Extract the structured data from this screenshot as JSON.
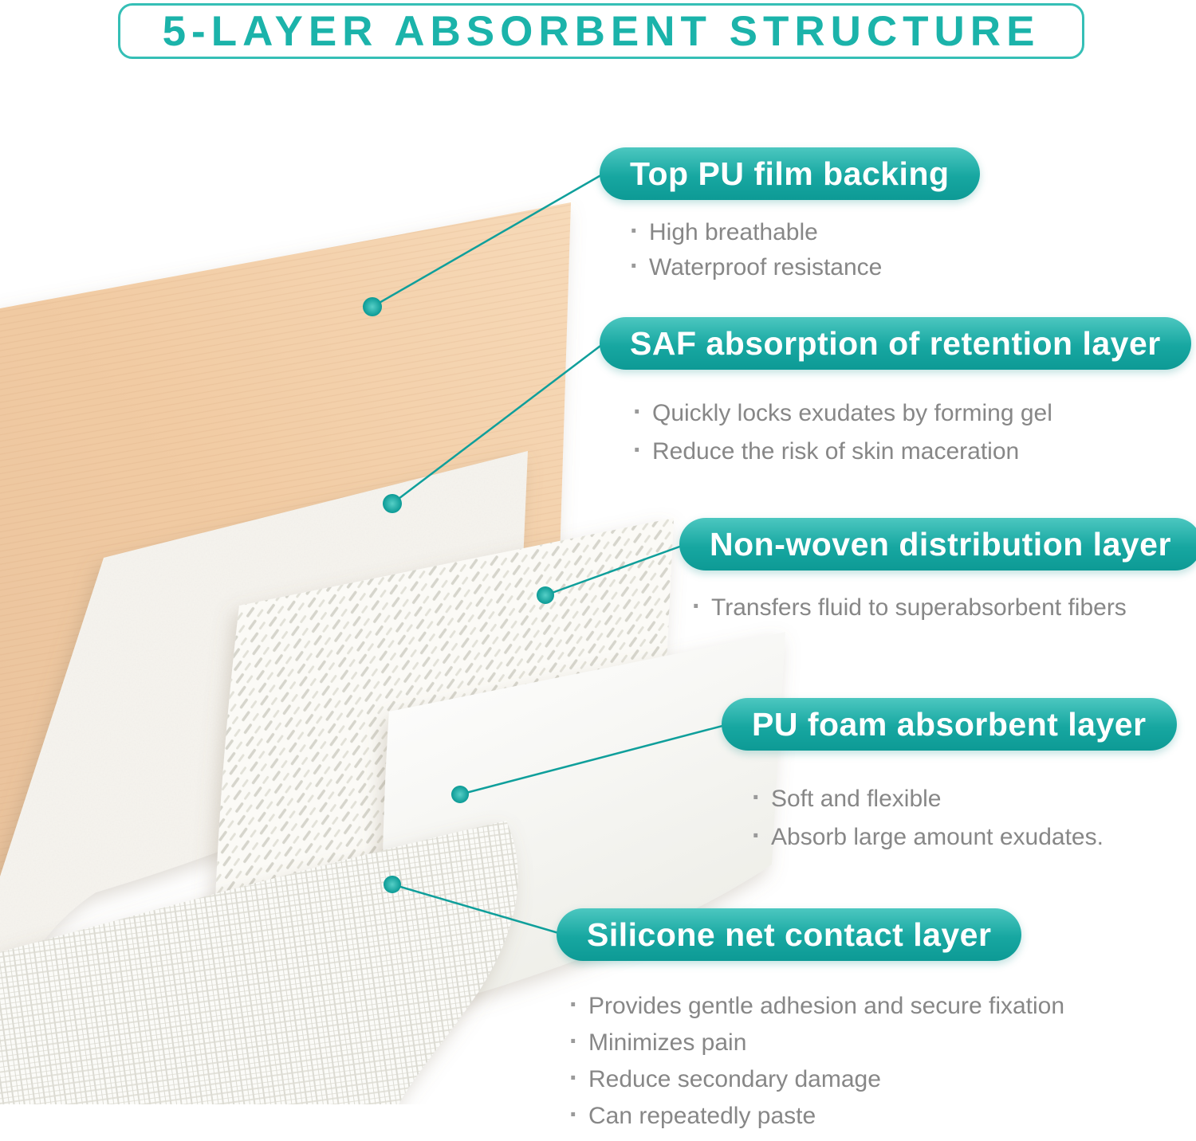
{
  "title": "5-LAYER ABSORBENT STRUCTURE",
  "callouts": [
    {
      "label": "Top PU film backing",
      "bullets": [
        "High breathable",
        "Waterproof resistance"
      ]
    },
    {
      "label": "SAF absorption of retention layer",
      "bullets": [
        "Quickly locks exudates by forming gel",
        "Reduce the risk of skin maceration"
      ]
    },
    {
      "label": "Non-woven distribution layer",
      "bullets": [
        "Transfers fluid to superabsorbent fibers"
      ]
    },
    {
      "label": "PU foam absorbent layer",
      "bullets": [
        "Soft and flexible",
        "Absorb large amount exudates."
      ]
    },
    {
      "label": "Silicone net contact layer",
      "bullets": [
        "Provides gentle adhesion and secure fixation",
        "Minimizes pain",
        "Reduce secondary damage",
        "Can repeatedly paste"
      ]
    }
  ],
  "graphic_layers": [
    "pu-film-backing",
    "saf-absorption-retention-layer",
    "non-woven-distribution-layer",
    "pu-foam-absorbent-layer",
    "silicone-net-contact-layer"
  ],
  "colors": {
    "accent_teal": "#12a7a2",
    "pill_gradient_top": "#4cc7c0",
    "pill_gradient_bottom": "#0d9a95",
    "title_text": "#1bb3aa",
    "bullet_text": "#878787",
    "pu_film_peach": "#f1cba3"
  }
}
